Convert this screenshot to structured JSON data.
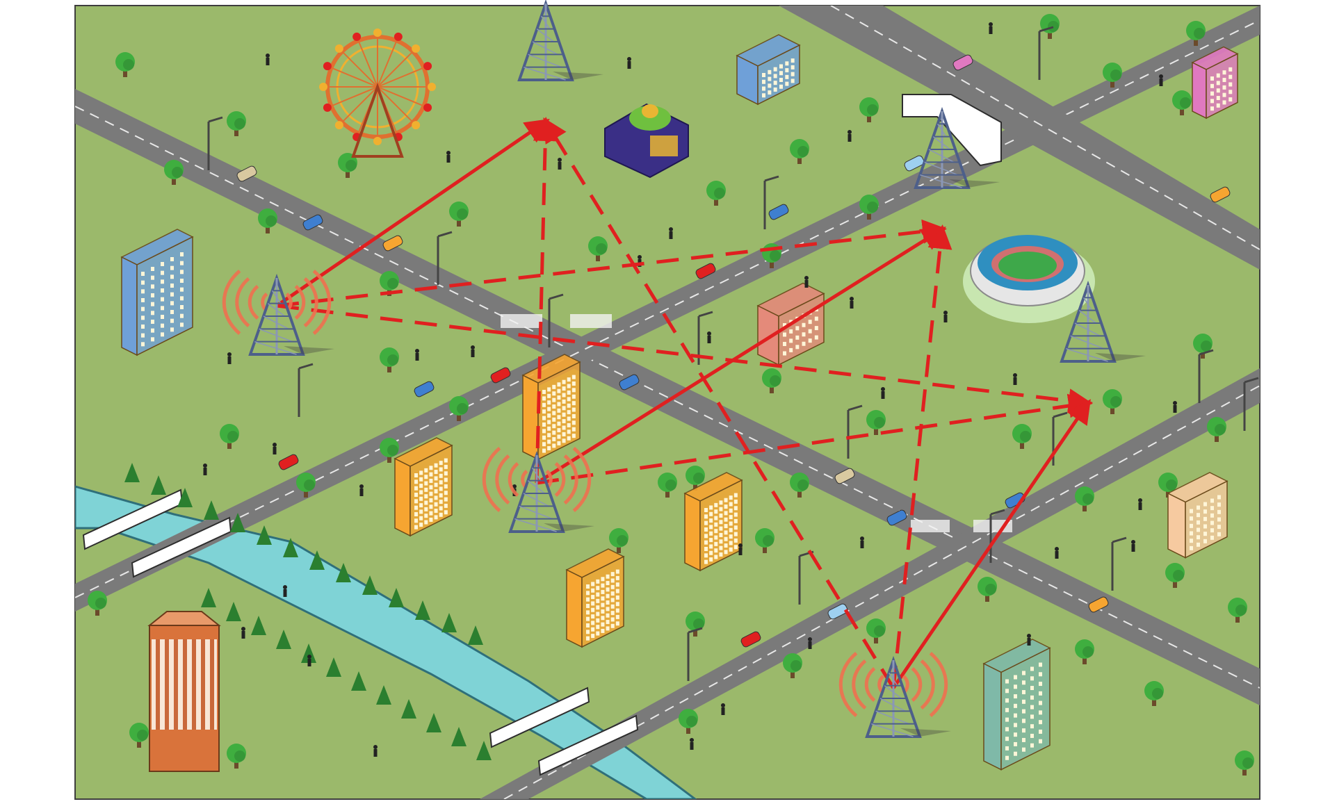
{
  "colors": {
    "page_background": "#ffffff",
    "ground": "#9bb96b",
    "ground_border": "#3d3d3d",
    "road": "#7a7a7a",
    "road_marking": "#e8e8e8",
    "river": "#7fd3d6",
    "river_bank": "#2f6f7a",
    "tree_canopy": "#3fae3f",
    "tree_dark": "#2b7f2f",
    "tower": "#4d5f8a",
    "tower_light": "#8a97b6",
    "link": "#e02020",
    "signal_wave": "#f07050",
    "building_orange": "#f6a531",
    "building_blue": "#6fa0d8",
    "building_pink": "#e079c0",
    "building_peach": "#f6caa0",
    "building_copper": "#d9733b",
    "stadium_field": "#3ea84a",
    "stadium_ring": "#2f8fc0"
  },
  "network": {
    "towers": [
      {
        "id": "tower-top-center"
      },
      {
        "id": "tower-top-right"
      },
      {
        "id": "tower-right"
      },
      {
        "id": "tower-left"
      },
      {
        "id": "tower-center"
      },
      {
        "id": "tower-bottom"
      }
    ],
    "source_towers": [
      "tower-left",
      "tower-center",
      "tower-bottom"
    ],
    "links": [
      {
        "from": "tower-left",
        "to": "tower-top-center",
        "style": "solid"
      },
      {
        "from": "tower-left",
        "to": "tower-top-right",
        "style": "dashed"
      },
      {
        "from": "tower-left",
        "to": "tower-right",
        "style": "dashed"
      },
      {
        "from": "tower-center",
        "to": "tower-top-center",
        "style": "dashed"
      },
      {
        "from": "tower-center",
        "to": "tower-top-right",
        "style": "solid"
      },
      {
        "from": "tower-center",
        "to": "tower-right",
        "style": "dashed"
      },
      {
        "from": "tower-bottom",
        "to": "tower-top-center",
        "style": "dashed"
      },
      {
        "from": "tower-bottom",
        "to": "tower-top-right",
        "style": "dashed"
      },
      {
        "from": "tower-bottom",
        "to": "tower-right",
        "style": "solid"
      }
    ]
  },
  "landmarks": [
    "ferris-wheel",
    "stadium",
    "temple",
    "bridge",
    "river"
  ]
}
